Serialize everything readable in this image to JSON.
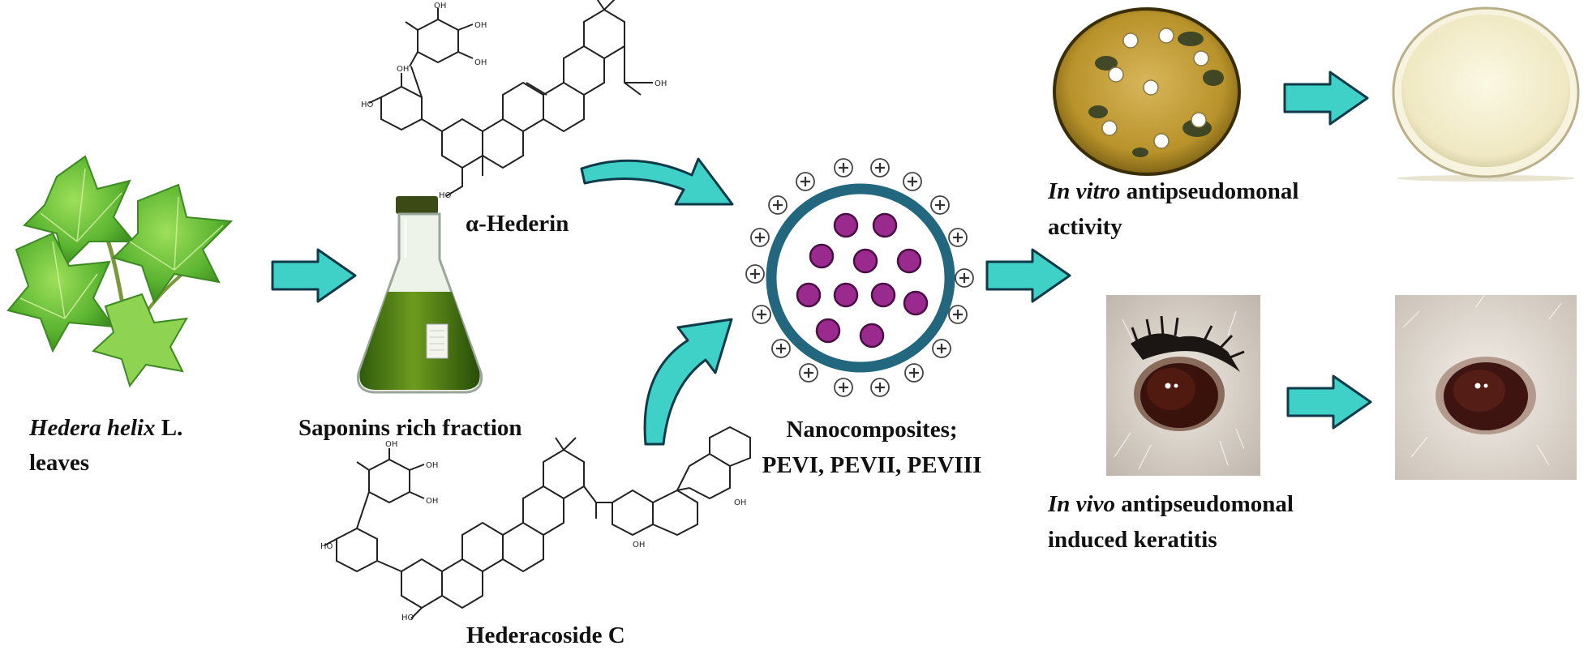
{
  "labels": {
    "plant_name": "Hedera helix",
    "plant_author": " L.",
    "plant_part": "leaves",
    "fraction": "Saponins rich fraction",
    "compound_a": "α-Hederin",
    "compound_b": "Hederacoside C",
    "nano_title": "Nanocomposites;",
    "nano_formulas": "PEVI, PEVII, PEVIII",
    "invitro_prefix": "In vitro",
    "invitro_rest": " antipseudomonal",
    "invitro_line2": "activity",
    "invivo_prefix": "In vivo",
    "invivo_rest": " antipseudomonal",
    "invivo_line2": "induced keratitis"
  },
  "symbols": {
    "charge": "+"
  },
  "colors": {
    "arrow_fill": "#3fd0c8",
    "arrow_stroke": "#0f3a4a",
    "nanoparticle_shell": "#23677f",
    "nanoparticle_core": "#9b2a8f",
    "leaf_green": "#5cb531",
    "extract_green": "#3f6e12"
  },
  "icons": {
    "leaf": "ivy-leaf-icon",
    "flask": "erlenmeyer-flask-icon",
    "molecule": "chemical-structure-icon",
    "nanoparticle": "nanocomposite-particle-icon",
    "plate": "petri-dish-icon",
    "eye": "rabbit-eye-icon"
  }
}
